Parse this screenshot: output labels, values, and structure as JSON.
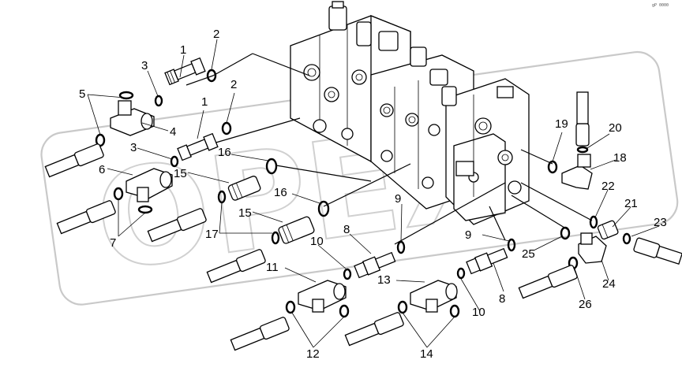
{
  "drawing_code": "gP 0000",
  "watermark": "OPEX",
  "callouts": [
    "1",
    "2",
    "3",
    "5",
    "4",
    "1",
    "2",
    "3",
    "6",
    "7",
    "16",
    "15",
    "16",
    "15",
    "17",
    "9",
    "8",
    "10",
    "11",
    "12",
    "13",
    "14",
    "10",
    "9",
    "8",
    "19",
    "20",
    "18",
    "22",
    "21",
    "23",
    "25",
    "24",
    "26"
  ]
}
